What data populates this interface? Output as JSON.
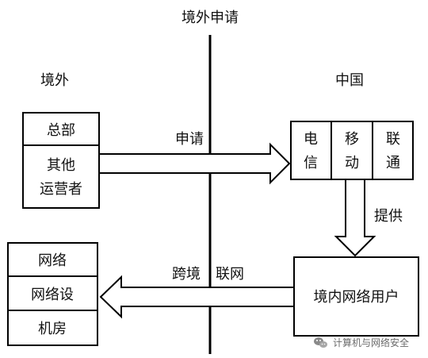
{
  "top_title": "境外申请",
  "region_left": "境外",
  "region_right": "中国",
  "left_top_group": [
    "总部",
    "其他运营者"
  ],
  "left_top_group_lines": {
    "hq": "总部",
    "other_line1": "其他",
    "other_line2": "运营者"
  },
  "carriers": {
    "telecom": [
      "电",
      "信"
    ],
    "mobile": [
      "移",
      "动"
    ],
    "unicom": [
      "联",
      "通"
    ]
  },
  "arrow_apply": "申请",
  "arrow_provide": "提供",
  "arrow_cross_border_part1": "跨境",
  "arrow_cross_border_part2": "联网",
  "domestic_users": "境内网络用户",
  "left_bottom_group": [
    "网络",
    "网络设",
    "机房"
  ],
  "watermark": "计算机与网络安全",
  "colors": {
    "line": "#000000",
    "fill": "#ffffff",
    "text": "#111111",
    "watermark": "#6b6b6b"
  }
}
